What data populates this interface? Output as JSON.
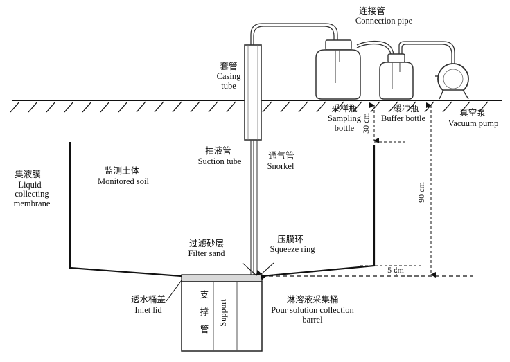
{
  "labels": {
    "connection_pipe_zh": "连接管",
    "connection_pipe_en": "Connection pipe",
    "casing_tube_zh": "套管",
    "casing_tube_en1": "Casing",
    "casing_tube_en2": "tube",
    "sampling_bottle_zh": "采样瓶",
    "sampling_bottle_en1": "Sampling",
    "sampling_bottle_en2": "bottle",
    "buffer_bottle_zh": "缓冲瓶",
    "buffer_bottle_en": "Buffer bottle",
    "vacuum_pump_zh": "真空泵",
    "vacuum_pump_en": "Vacuum pump",
    "suction_tube_zh": "抽液管",
    "suction_tube_en": "Suction tube",
    "snorkel_zh": "通气管",
    "snorkel_en": "Snorkel",
    "liquid_membrane_zh": "集液膜",
    "liquid_membrane_en1": "Liquid",
    "liquid_membrane_en2": "collecting",
    "liquid_membrane_en3": "membrane",
    "monitored_soil_zh": "监测土体",
    "monitored_soil_en": "Monitored soil",
    "filter_sand_zh": "过滤砂层",
    "filter_sand_en": "Filter sand",
    "squeeze_ring_zh": "压膜环",
    "squeeze_ring_en": "Squeeze ring",
    "inlet_lid_zh": "透水桶盖",
    "inlet_lid_en": "Inlet lid",
    "support_zh1": "支",
    "support_zh2": "撑",
    "support_zh3": "管",
    "support_en": "Support",
    "barrel_zh": "淋溶液采集桶",
    "barrel_en1": "Pour solution collection",
    "barrel_en2": "barrel"
  },
  "dimensions": {
    "d30": "30 cm",
    "d90": "90 cm",
    "d5": "5 cm"
  }
}
